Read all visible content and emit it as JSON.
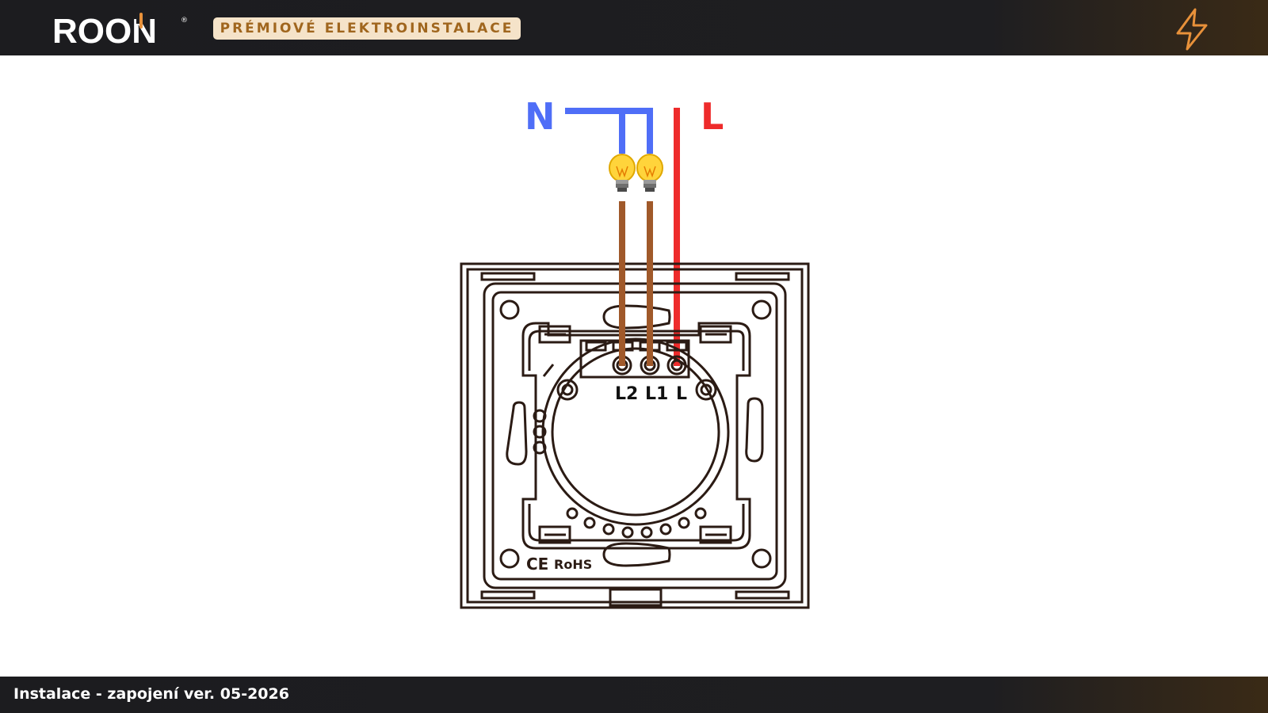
{
  "header": {
    "brand": "ROON",
    "brand_registered": "®",
    "tagline": "PRÉMIOVÉ ELEKTROINSTALACE",
    "icon": "lightning-bolt-icon"
  },
  "diagram": {
    "wire_labels": {
      "neutral": "N",
      "live": "L"
    },
    "terminal_labels": [
      "L2",
      "L1",
      "L"
    ],
    "certification": {
      "ce": "CE",
      "rohs": "RoHS"
    },
    "colors": {
      "neutral": "#4f6ef7",
      "live": "#ee2b2b",
      "load": "#a0592a",
      "outline": "#2b1b14",
      "bulb_glass": "#ffd43b"
    }
  },
  "footer": {
    "text": "Instalace - zapojení ver. 05-2026"
  }
}
